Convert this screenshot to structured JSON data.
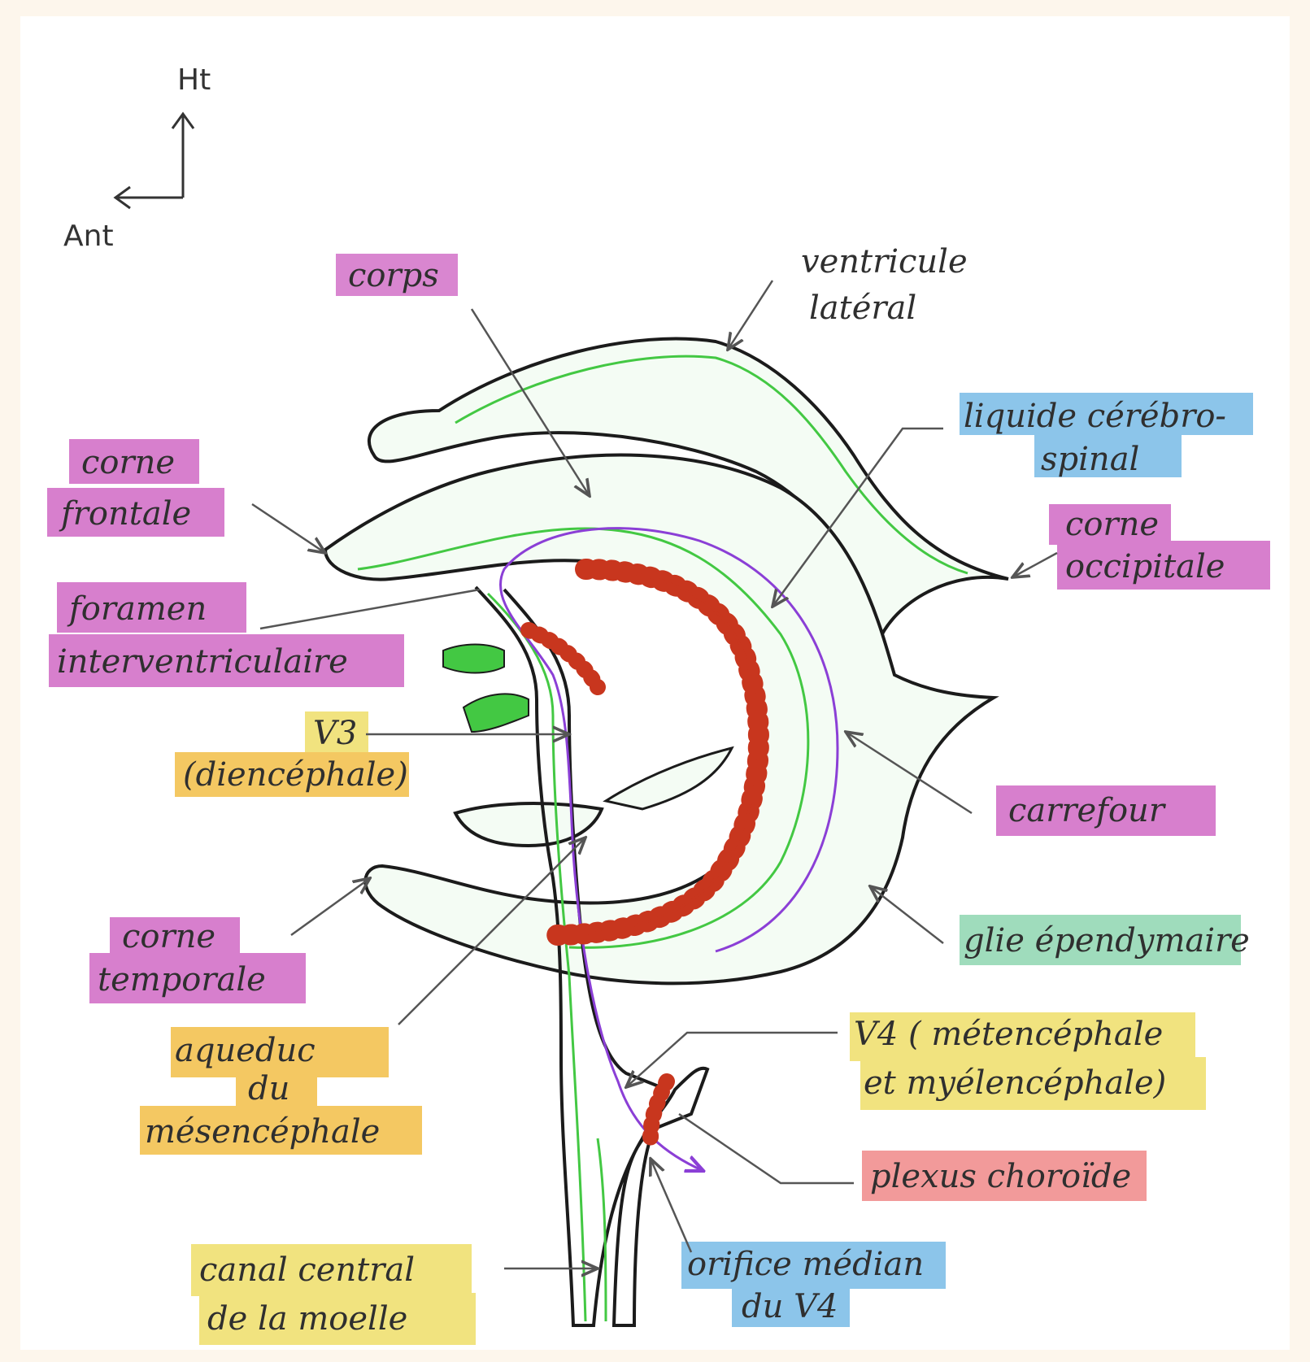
{
  "orientation": {
    "up": "Ht",
    "left": "Ant"
  },
  "colors": {
    "pink": "#d77fcd",
    "blue": "#8cc5ea",
    "yellow": "#f1e37f",
    "orange": "#f4c862",
    "teal": "#9fdcbc",
    "salmon": "#f29a9a",
    "ependyma_green": "#43c843",
    "csf_purple": "#8b3fd6",
    "plexus_red": "#c8361e"
  },
  "labels": {
    "corps": "corps",
    "ventricule_lateral": [
      "ventricule",
      "latéral"
    ],
    "liquide": [
      "liquide cérébro-",
      "spinal"
    ],
    "corne_frontale": [
      "corne",
      "frontale"
    ],
    "corne_occipitale": [
      "corne",
      "occipitale"
    ],
    "foramen": [
      "foramen",
      "interventriculaire"
    ],
    "v3": [
      "V3",
      "(diencéphale)"
    ],
    "carrefour": "carrefour",
    "corne_temporale": [
      "corne",
      "temporale"
    ],
    "glie": "glie épendymaire",
    "aqueduc": [
      "aqueduc",
      "du",
      "mésencéphale"
    ],
    "v4": [
      "V4 ( métencéphale",
      "et myélencéphale)"
    ],
    "plexus": "plexus choroïde",
    "canal": [
      "canal central",
      "de la moelle"
    ],
    "orifice": [
      "orifice médian",
      "du V4"
    ]
  }
}
